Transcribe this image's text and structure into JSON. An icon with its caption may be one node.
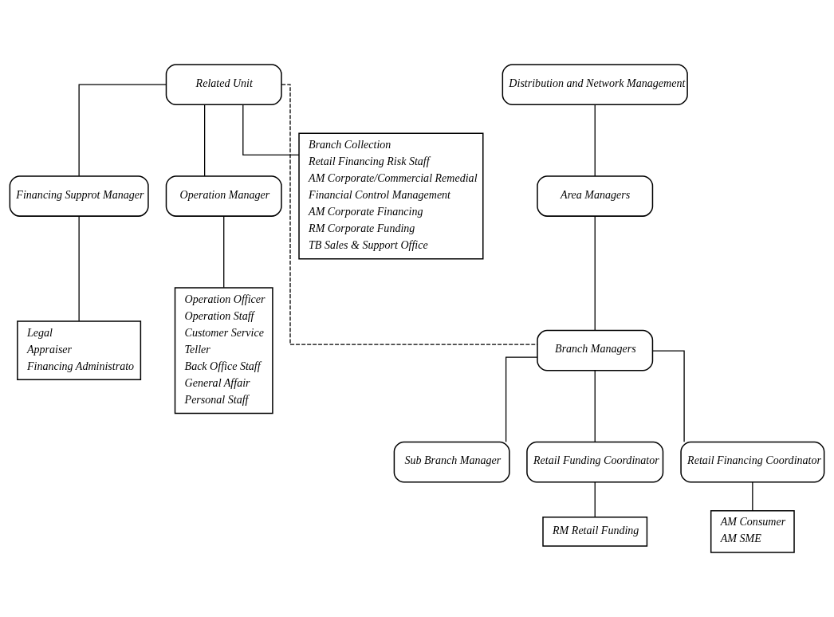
{
  "diagram": {
    "nodes": [
      {
        "text": [
          "Related Unit"
        ]
      },
      {
        "text": [
          "Distribution and Network Management"
        ]
      },
      {
        "text": [
          "Financing Supprot Manager"
        ]
      },
      {
        "text": [
          "Operation Manager"
        ]
      },
      {
        "text": [
          "Area Managers"
        ]
      },
      {
        "text": [
          "Branch Collection",
          "Retail Financing Risk Staff",
          "AM Corporate/Commercial Remedial",
          "Financial Control Management",
          "AM Corporate Financing",
          "RM Corporate Funding",
          "TB Sales & Support Office"
        ]
      },
      {
        "text": [
          "Legal",
          "Appraiser",
          "Financing Administrato"
        ]
      },
      {
        "text": [
          "Operation Officer",
          "Operation Staff",
          "Customer Service",
          "Teller",
          "Back Office Staff",
          "General Affair",
          "Personal Staff"
        ]
      },
      {
        "text": [
          "Branch Managers"
        ]
      },
      {
        "text": [
          "Sub Branch Manager"
        ]
      },
      {
        "text": [
          "Retail Funding Coordinator"
        ]
      },
      {
        "text": [
          "Retail Financing Coordinator"
        ]
      },
      {
        "text": [
          "RM Retail Funding"
        ]
      },
      {
        "text": [
          "AM Consumer",
          "AM SME"
        ]
      }
    ],
    "edges": [
      {
        "from": 0,
        "to": 5,
        "arrow": "none"
      },
      {
        "from": 0,
        "to": 2,
        "arrow": "none"
      },
      {
        "from": 0,
        "to": 3,
        "arrow": "none"
      },
      {
        "from": 0,
        "to": 8,
        "arrow": "none",
        "style": "dashed"
      },
      {
        "from": 1,
        "to": 4,
        "arrow": "none"
      },
      {
        "from": 4,
        "to": 8,
        "arrow": "none"
      },
      {
        "from": 2,
        "to": 6,
        "arrow": "none"
      },
      {
        "from": 3,
        "to": 7,
        "arrow": "none"
      },
      {
        "from": 8,
        "to": 9,
        "arrow": "none"
      },
      {
        "from": 8,
        "to": 10,
        "arrow": "none"
      },
      {
        "from": 8,
        "to": 11,
        "arrow": "none"
      },
      {
        "from": 10,
        "to": 12,
        "arrow": "none"
      },
      {
        "from": 11,
        "to": 13,
        "arrow": "none"
      }
    ]
  }
}
